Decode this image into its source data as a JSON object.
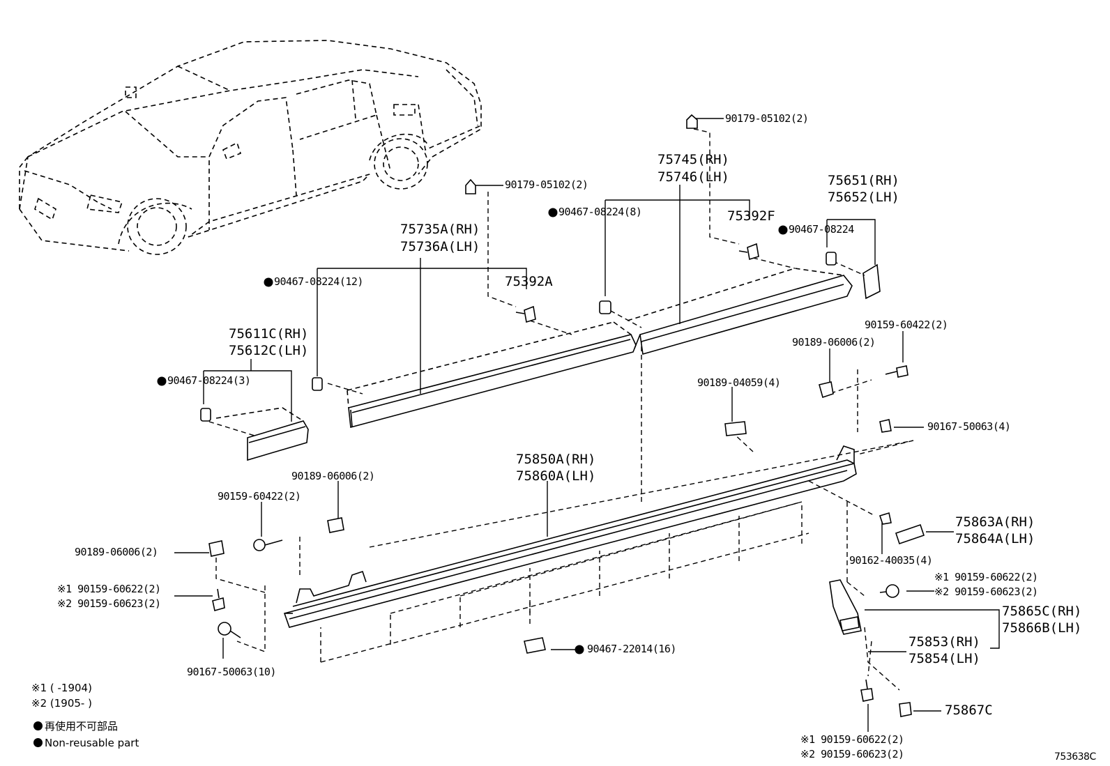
{
  "diagram_id": "753638C",
  "parts": {
    "clip_top_rear": "90179-05102(2)",
    "clip_top_front": "90179-05102(2)",
    "moulding_rear_door_rh": "75745(RH)",
    "moulding_rear_door_lh": "75746(LH)",
    "clip_rear_door": "90467-08224(8)",
    "clip_75392f": "75392F",
    "rear_end_rh": "75651(RH)",
    "rear_end_lh": "75652(LH)",
    "clip_rear_end": "90467-08224",
    "moulding_front_door_rh": "75735A(RH)",
    "moulding_front_door_lh": "75736A(LH)",
    "clip_front_door": "90467-08224(12)",
    "clip_75392a": "75392A",
    "fender_moulding_rh": "75611C(RH)",
    "fender_moulding_lh": "75612C(LH)",
    "clip_fender": "90467-08224(3)",
    "screw_rear_top": "90159-60422(2)",
    "nut_rear": "90189-06006(2)",
    "nut_mid": "90189-04059(4)",
    "bolt_rear": "90167-50063(4)",
    "rocker_rh": "75850A(RH)",
    "rocker_lh": "75860A(LH)",
    "nut_front_upper": "90189-06006(2)",
    "screw_front": "90159-60422(2)",
    "nut_front": "90189-06006(2)",
    "cap_rh": "75863A(RH)",
    "cap_lh": "75864A(LH)",
    "screw_rear_cap": "90162-40035(4)",
    "bolt_front_1": "※1 90159-60622(2)",
    "bolt_front_2": "※2 90159-60623(2)",
    "bolt_rear_r1": "※1 90159-60622(2)",
    "bolt_rear_r2": "※2 90159-60623(2)",
    "bracket_rh": "75865C(RH)",
    "bracket_lh": "75866B(LH)",
    "stay_rh": "75853(RH)",
    "stay_lh": "75854(LH)",
    "clip_lower": "90467-22014(16)",
    "bolt_front_lower": "90167-50063(10)",
    "pin": "75867C",
    "bolt_bottom_1": "※1 90159-60622(2)",
    "bolt_bottom_2": "※2 90159-60623(2)"
  },
  "legend": {
    "note1": "※1 (      -1904)",
    "note2": "※2 (1905-       )",
    "nonreusable_jp": "再使用不可部品",
    "nonreusable_en": "Non-reusable part"
  }
}
